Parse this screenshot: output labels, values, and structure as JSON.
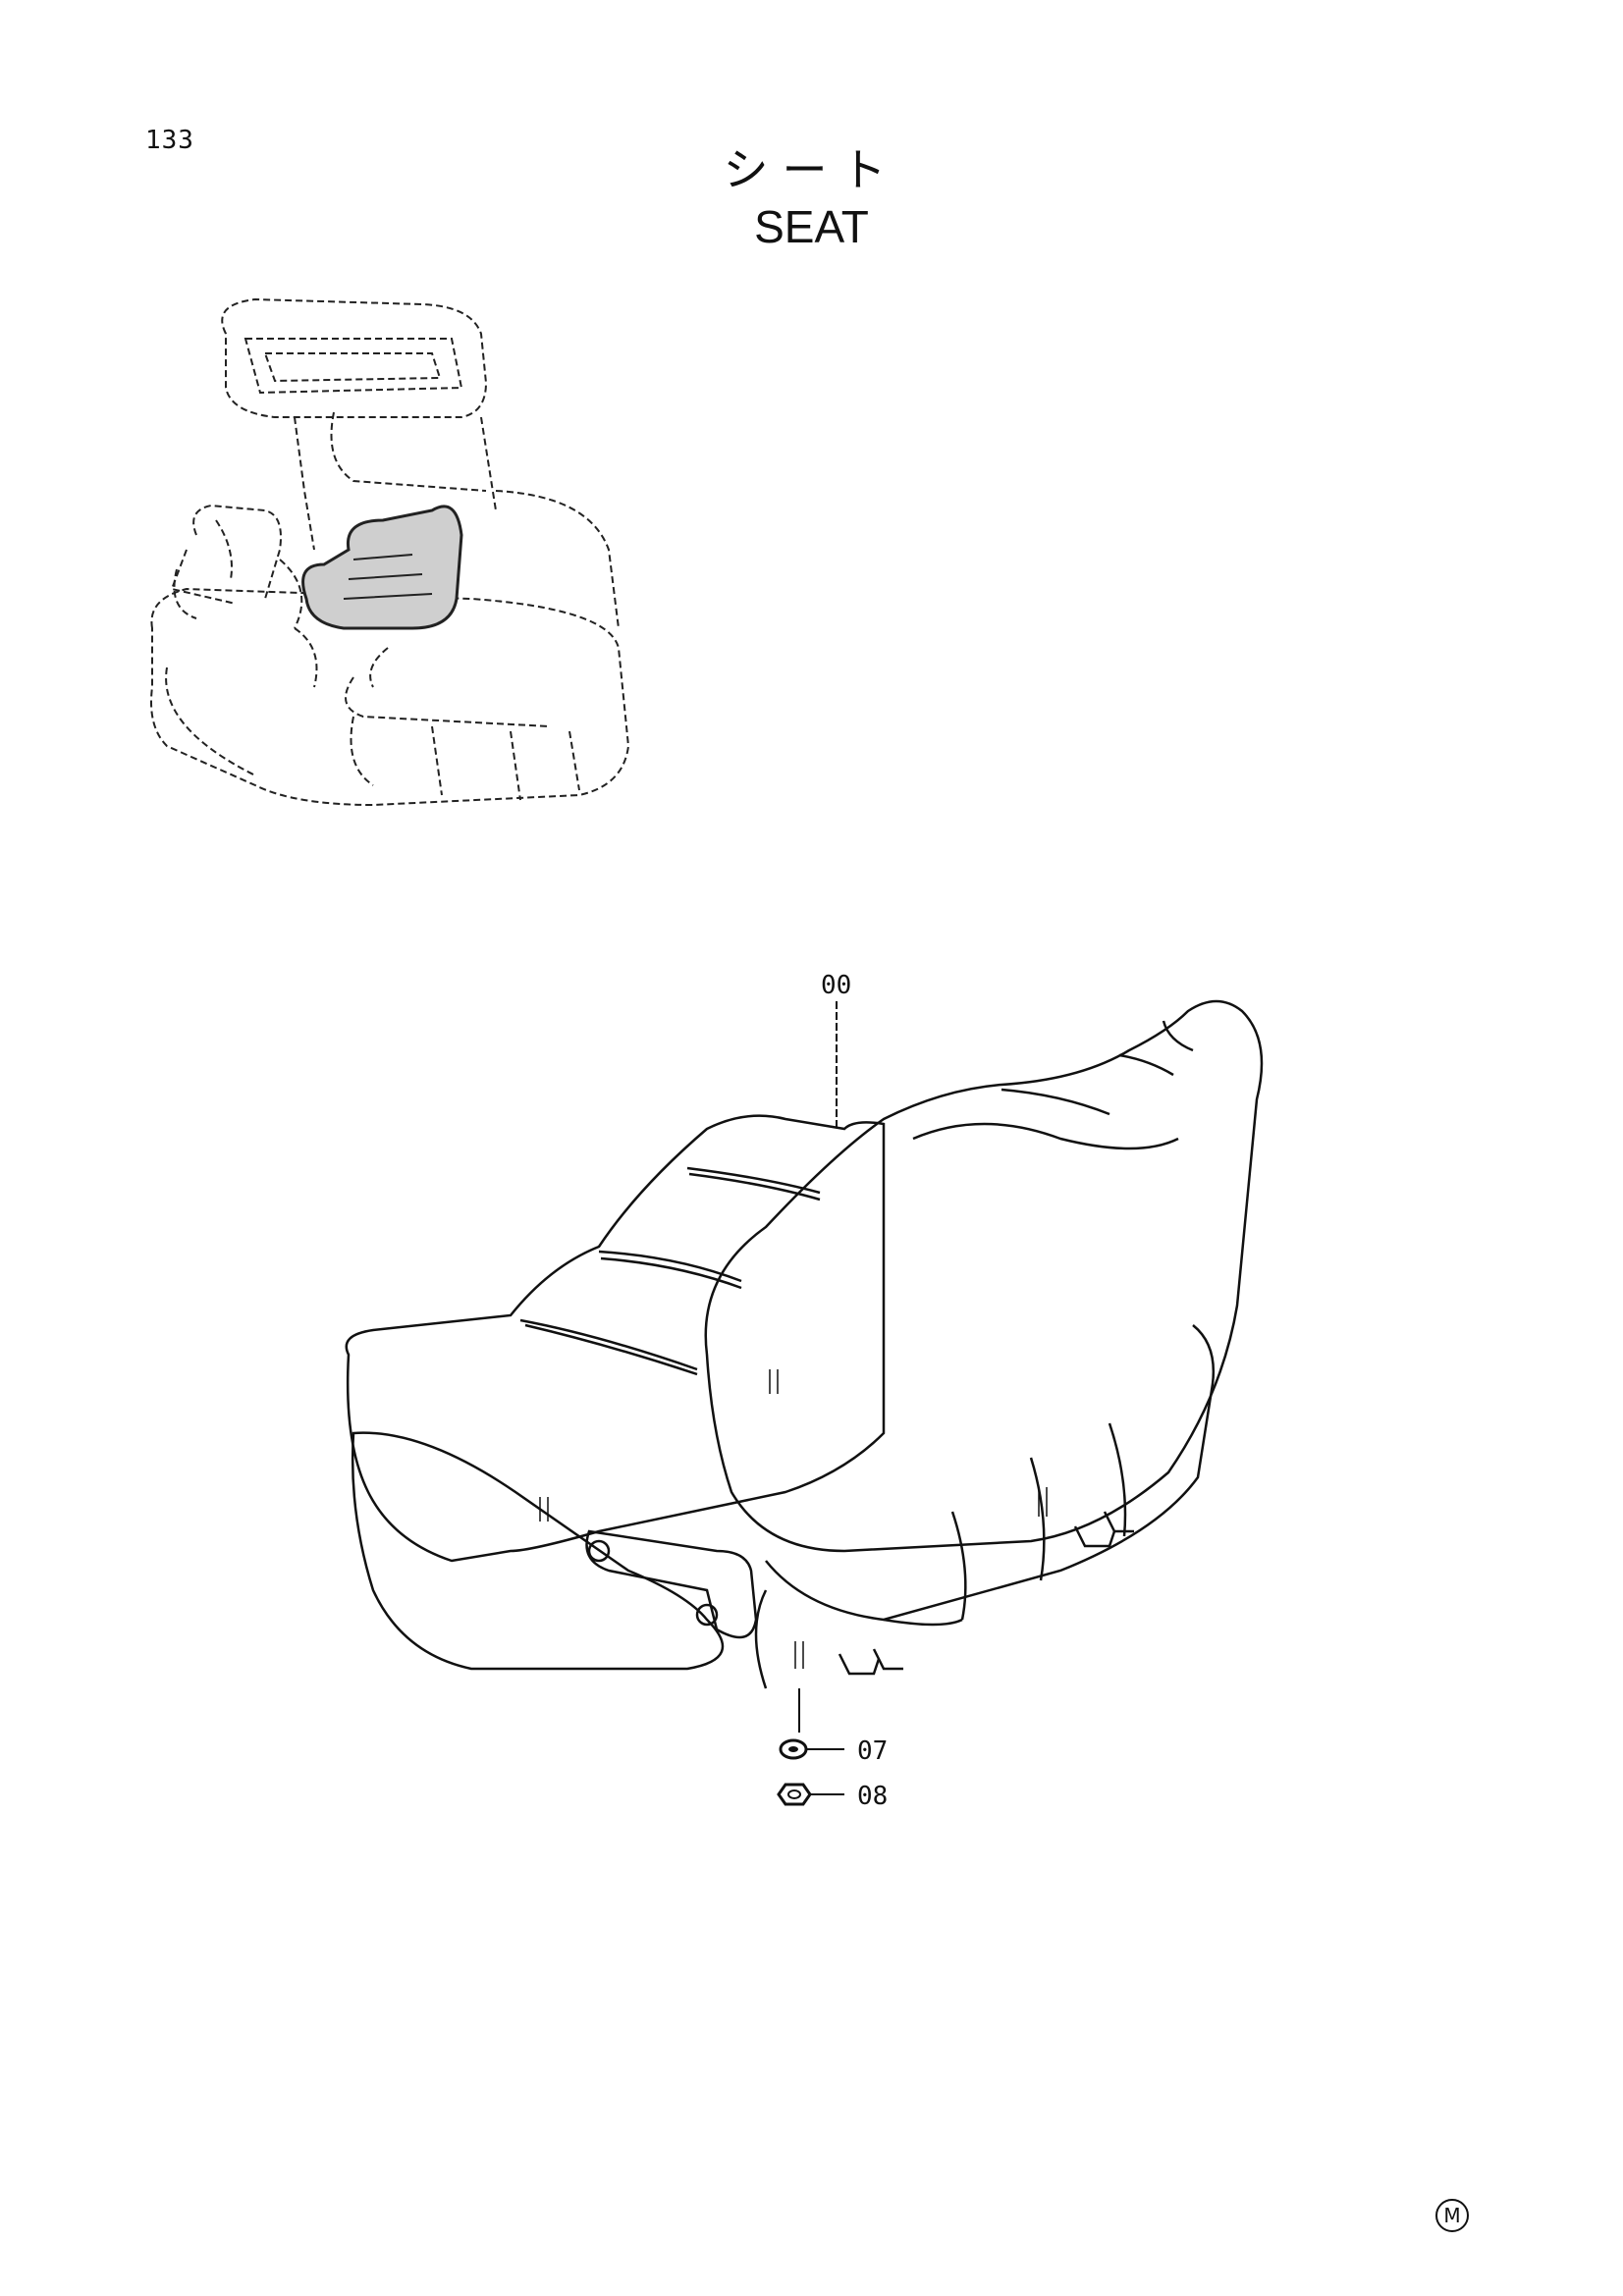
{
  "page": {
    "number": "133"
  },
  "title": {
    "japanese": "シート",
    "english": "SEAT"
  },
  "callouts": [
    {
      "id": "00",
      "label": "00"
    },
    {
      "id": "07",
      "label": "07"
    },
    {
      "id": "08",
      "label": "08"
    }
  ],
  "footer": {
    "mark": "M"
  },
  "colors": {
    "ink": "#111111",
    "background": "#ffffff"
  }
}
